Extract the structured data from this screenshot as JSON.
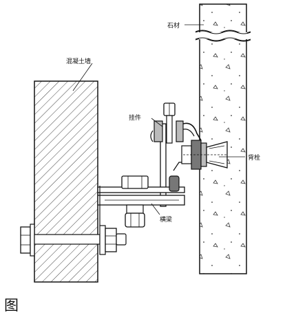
{
  "labels": {
    "wall": "混凝土墙",
    "stone": "石材",
    "hanger": "挂件",
    "anchor": "背栓",
    "beam": "横梁"
  },
  "caption": "图",
  "colors": {
    "line": "#111111",
    "hatch": "#333333",
    "background": "#ffffff"
  }
}
